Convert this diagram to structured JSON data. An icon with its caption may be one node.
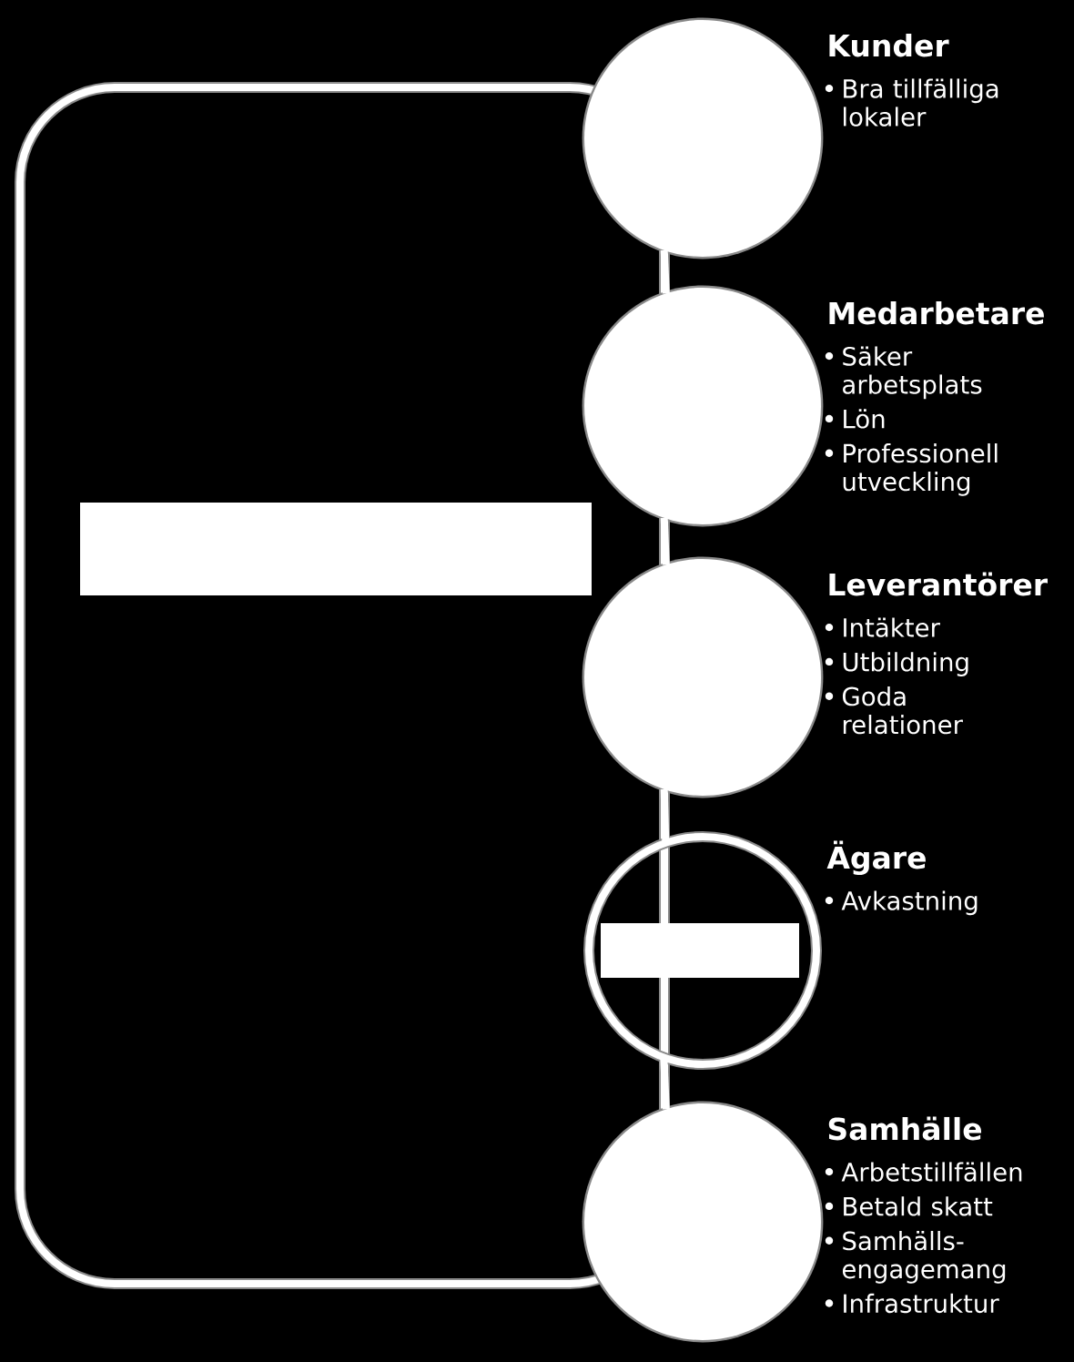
{
  "diagram": {
    "nodes": [
      {
        "text": [
          "Kunder",
          "Bra tillfälliga lokaler"
        ]
      },
      {
        "text": [
          "Medarbetare",
          "Säker arbetsplats",
          "Lön",
          "Professionell utveckling"
        ]
      },
      {
        "text": [
          "Leverantörer",
          "Intäkter",
          "Utbildning",
          "Goda relationer"
        ]
      },
      {
        "text": [
          "Ägare",
          "Avkastning"
        ]
      },
      {
        "text": [
          "Samhälle",
          "Arbetstillfällen",
          "Betald skatt",
          "Samhälls- engagemang",
          "Infrastruktur"
        ]
      }
    ],
    "edges": [
      {
        "from": 0,
        "to": 1,
        "arrow": "none"
      },
      {
        "from": 1,
        "to": 2,
        "arrow": "none"
      },
      {
        "from": 2,
        "to": 3,
        "arrow": "none"
      },
      {
        "from": 3,
        "to": 4,
        "arrow": "none"
      }
    ]
  }
}
